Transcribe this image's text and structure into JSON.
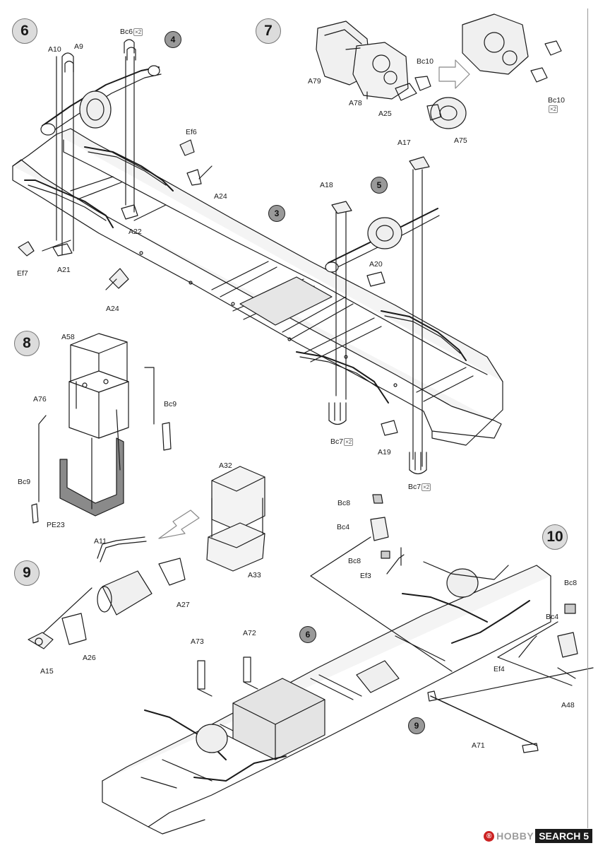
{
  "steps": [
    {
      "number": "6"
    },
    {
      "number": "7"
    },
    {
      "number": "8"
    },
    {
      "number": "9"
    },
    {
      "number": "10"
    }
  ],
  "callouts": {
    "c4": "4",
    "c3": "3",
    "c5": "5",
    "c6": "6",
    "c9": "9"
  },
  "labels": {
    "bc6": "Bc6",
    "x2": "×2",
    "a10": "A10",
    "a9": "A9",
    "ef6": "Ef6",
    "a24a": "A24",
    "a22": "A22",
    "ef7": "Ef7",
    "a21": "A21",
    "a24b": "A24",
    "a79": "A79",
    "a78": "A78",
    "bc10a": "Bc10",
    "a25": "A25",
    "a75": "A75",
    "bc10b": "Bc10",
    "a17": "A17",
    "a18": "A18",
    "a20": "A20",
    "bc7a": "Bc7",
    "a19": "A19",
    "bc7b": "Bc7",
    "a58": "A58",
    "a76": "A76",
    "bc9a": "Bc9",
    "bc9b": "Bc9",
    "pe23": "PE23",
    "a32": "A32",
    "a33": "A33",
    "a11": "A11",
    "a27": "A27",
    "a26": "A26",
    "a15": "A15",
    "bc8a": "Bc8",
    "bc4a": "Bc4",
    "bc8b": "Bc8",
    "ef3": "Ef3",
    "bc8c": "Bc8",
    "bc4b": "Bc4",
    "ef4": "Ef4",
    "a48": "A48",
    "a71": "A71",
    "a73": "A73",
    "a72": "A72"
  },
  "watermark": {
    "brand": "HOBBY",
    "brand2": "SEARCH",
    "page": "5"
  },
  "colors": {
    "line": "#1a1a1a",
    "frame_fill": "#f2f2f2",
    "grey_part": "#8a8a8a",
    "step_fill": "#dcdcdc",
    "accent": "#cc2222"
  }
}
